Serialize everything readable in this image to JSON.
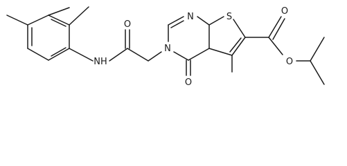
{
  "structure": {
    "atoms": {
      "amide_n": "NH",
      "amide_o": "O",
      "pyrimidine_n_top": "N",
      "pyrimidine_n_ring": "N",
      "thiophene_s": "S",
      "ring_carbonyl_o": "O",
      "ester_carbonyl_o": "O",
      "ester_ether_o": "O"
    }
  }
}
